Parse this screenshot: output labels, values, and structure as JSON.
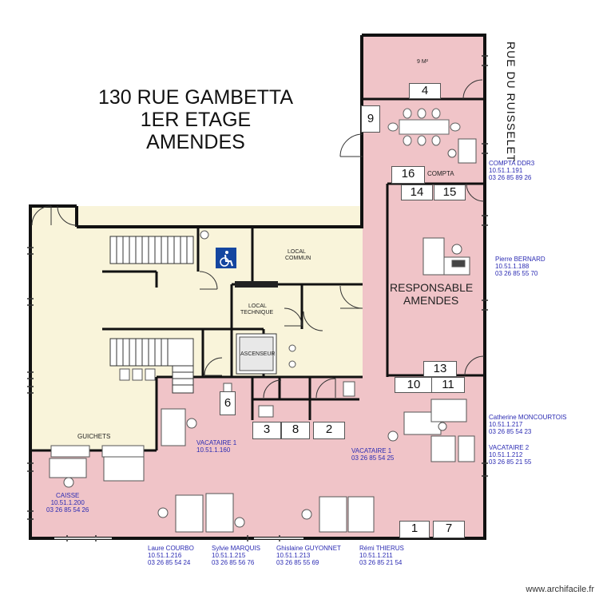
{
  "title": [
    "130 RUE GAMBETTA",
    "1ER ETAGE",
    "AMENDES"
  ],
  "street": "RUE DU RUISSELET",
  "footer": "www.archifacile.fr",
  "colors": {
    "pink": "#f0c4c8",
    "beige": "#f9f4da",
    "wall": "#111111",
    "staff_text": "#2b2bb3",
    "accessibility_blue": "#1446a0"
  },
  "rooms": {
    "small_room": "9 M²",
    "compta": "COMPTA",
    "responsable": [
      "RESPONSABLE",
      "AMENDES"
    ],
    "local_commun": [
      "LOCAL",
      "COMMUN"
    ],
    "local_technique": [
      "LOCAL",
      "TECHNIQUE"
    ],
    "ascenseur": "ASCENSEUR",
    "guichets": "GUICHETS"
  },
  "numbers": [
    "4",
    "9",
    "16",
    "14",
    "15",
    "13",
    "10",
    "11",
    "6",
    "3",
    "8",
    "2",
    "1",
    "7"
  ],
  "staff": {
    "compta_ddr3": [
      "COMPTA DDR3",
      "10.51.1.191",
      "03 26 85 89 26"
    ],
    "pierre": [
      "Pierre BERNARD",
      "10.51.1.188",
      "03 26 85 55 70"
    ],
    "catherine": [
      "Catherine MONCOURTOIS",
      "10.51.1.217",
      "03 26 85 54 23"
    ],
    "vacataire2": [
      "VACATAIRE 2",
      "10.51.1.212",
      "03 26 85 21 55"
    ],
    "vacataire1_left": [
      "VACATAIRE 1",
      "10.51.1.160"
    ],
    "vacataire1_mid": [
      "VACATAIRE 1",
      "03 26 85 54 25"
    ],
    "caisse": [
      "CAISSE",
      "10.51.1.200",
      "03 26 85 54 26"
    ],
    "laure": [
      "Laure COURBO",
      "10.51.1.216",
      "03 26 85 54 24"
    ],
    "sylvie": [
      "Sylvie MARQUIS",
      "10.51.1.215",
      "03 26 85 56 76"
    ],
    "ghislaine": [
      "Ghislaine GUYONNET",
      "10.51.1.213",
      "03 26 85 55 69"
    ],
    "remi": [
      "Rémi THIERUS",
      "10.51.1.211",
      "03 26 85 21 54"
    ]
  }
}
